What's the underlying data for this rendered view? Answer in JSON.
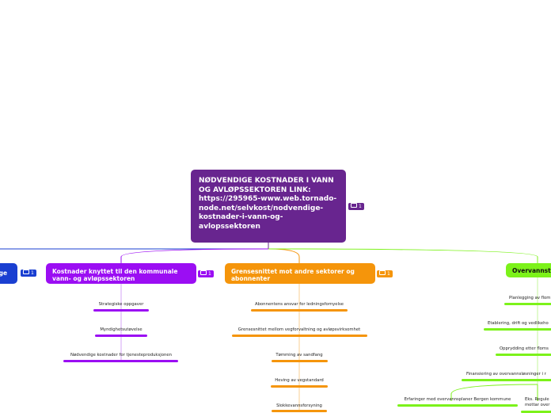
{
  "root": {
    "title": "NØDVENDIGE KOSTNADER I VANN OG AVLØPSSEKTOREN LINK: https://295965-www.web.tornado-node.net/selvkost/nodvendige-kostnader-i-vann-og-avlopssektoren",
    "badge": "1"
  },
  "branches": [
    {
      "label": "ige",
      "badge": "1",
      "color": "#1a3fd1"
    },
    {
      "label": "Kostnader knyttet til den kommunale vann- og avløpssektoren",
      "badge": "1",
      "color": "#9b0ef3",
      "children": [
        "Strategiske oppgaver",
        "Myndighetsutøvelse",
        "Nødvendige kostnader for tjenesteproduksjonen"
      ]
    },
    {
      "label": "Grensesnittet mot andre sektorer og abonnenter",
      "badge": "1",
      "color": "#f5950b",
      "children": [
        "Abonnentens ansvar for ledningsfornyelse",
        "Grensesnittet mellom vegforvaltning og avløpsvirksomhet",
        "Tømming av sandfang",
        "Heving av vegstandard",
        "Slokkevannsforsyning"
      ]
    },
    {
      "label": "Overvannsti",
      "color": "#7cf21a",
      "children": [
        "Planlegging av flom",
        "Etablering, drift og vedlikeho",
        "Opprydding etter floms",
        "Finansiering av overvannsløsninger i r",
        "Erfaringer med overvannsplaner Bergen kommune",
        "Eks. Regule mottar over"
      ]
    }
  ]
}
